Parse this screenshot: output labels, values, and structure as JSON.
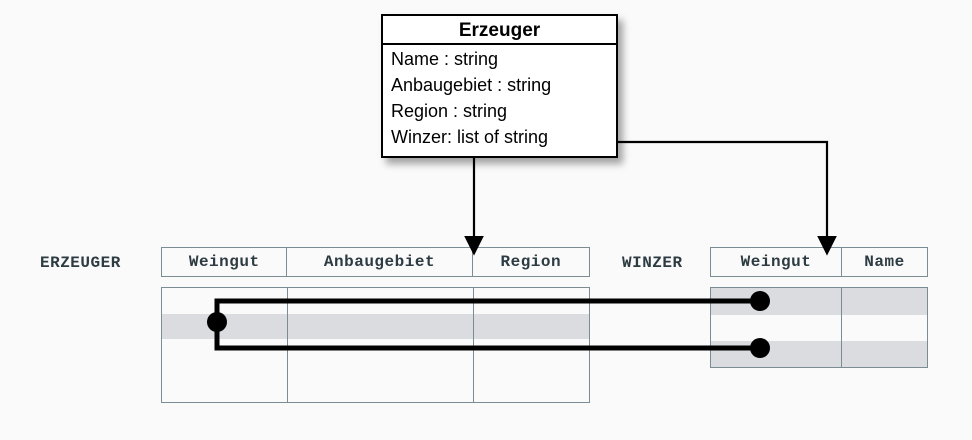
{
  "diagram": {
    "type": "uml-class-to-relational-mapping",
    "background_color": "#fafafa"
  },
  "uml_class": {
    "name": "Erzeuger",
    "attributes": [
      "Name : string",
      "Anbaugebiet : string",
      "Region : string",
      "Winzer: list of string"
    ],
    "border_color": "#000000",
    "fill_color": "#ffffff"
  },
  "tables": [
    {
      "id": "erzeuger",
      "label": "ERZEUGER",
      "columns": [
        "Weingut",
        "Anbaugebiet",
        "Region"
      ],
      "rows": [
        {
          "cells": [
            "",
            "",
            ""
          ],
          "shaded": false
        },
        {
          "cells": [
            "",
            "",
            ""
          ],
          "shaded": true
        },
        {
          "cells": [
            "",
            "",
            ""
          ],
          "shaded": false
        },
        {
          "cells": [
            "",
            "",
            ""
          ],
          "shaded": false
        }
      ]
    },
    {
      "id": "winzer",
      "label": "WINZER",
      "columns": [
        "Weingut",
        "Name"
      ],
      "rows": [
        {
          "cells": [
            "",
            ""
          ],
          "shaded": true
        },
        {
          "cells": [
            "",
            ""
          ],
          "shaded": false
        },
        {
          "cells": [
            "",
            ""
          ],
          "shaded": true
        }
      ]
    }
  ],
  "connectors": {
    "arrows": [
      {
        "name": "arrow-to-erzeuger",
        "from": "uml-class",
        "to": "erzeuger-table"
      },
      {
        "name": "arrow-to-winzer",
        "from": "uml-class-winzer-attribute",
        "to": "winzer-table"
      }
    ],
    "links": [
      {
        "name": "link-erzeuger-row-2-to-winzer-row-1"
      },
      {
        "name": "link-erzeuger-row-2-to-winzer-row-3"
      }
    ],
    "line_color": "#000000",
    "grid_color": "#7b8c93"
  }
}
